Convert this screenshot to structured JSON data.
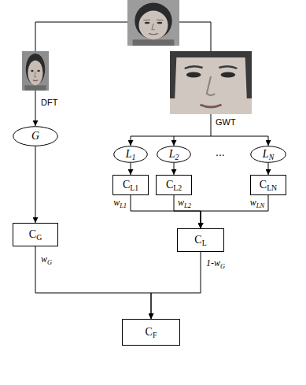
{
  "diagram": {
    "nodes": [
      {
        "text": [
          "G"
        ]
      },
      {
        "text": [
          "L1"
        ]
      },
      {
        "text": [
          "L2"
        ]
      },
      {
        "text": [
          "LN"
        ]
      },
      {
        "text": [
          "CL1"
        ]
      },
      {
        "text": [
          "CL2"
        ]
      },
      {
        "text": [
          "CLN"
        ]
      },
      {
        "text": [
          "CG"
        ]
      },
      {
        "text": [
          "CL"
        ]
      },
      {
        "text": [
          "CF"
        ]
      }
    ],
    "edges": [
      {
        "from": 0,
        "to": 7,
        "arrow": "to"
      },
      {
        "from": 1,
        "to": 4,
        "arrow": "to"
      },
      {
        "from": 2,
        "to": 5,
        "arrow": "to"
      },
      {
        "from": 3,
        "to": 6,
        "arrow": "to"
      },
      {
        "from": 4,
        "to": 8,
        "label": "wL1",
        "arrow": "to"
      },
      {
        "from": 5,
        "to": 8,
        "label": "wL2",
        "arrow": "to"
      },
      {
        "from": 6,
        "to": 8,
        "label": "wLN",
        "arrow": "to"
      },
      {
        "from": 7,
        "to": 9,
        "label": "wG",
        "arrow": "to"
      },
      {
        "from": 8,
        "to": 9,
        "label": "1-wG",
        "arrow": "to"
      }
    ],
    "labels": [
      "DFT",
      "GWT",
      "..."
    ]
  }
}
